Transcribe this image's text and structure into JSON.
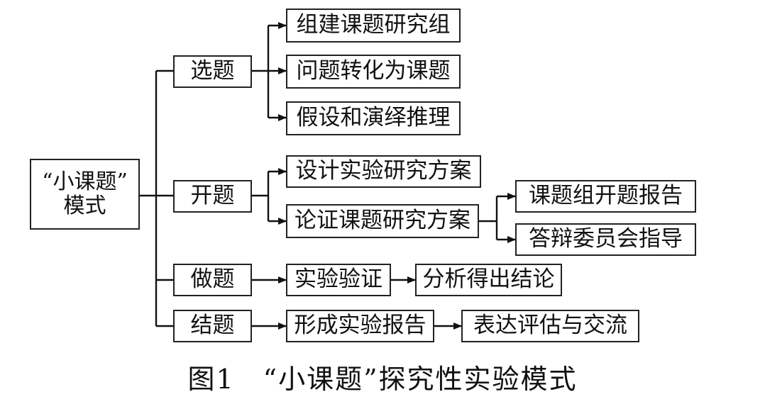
{
  "diagram": {
    "root": {
      "line1": "“小课题”",
      "line2": "模式"
    },
    "stages": [
      {
        "label": "选题",
        "children": [
          "组建课题研究组",
          "问题转化为课题",
          "假设和演绎推理"
        ]
      },
      {
        "label": "开题",
        "children": [
          "设计实验研究方案",
          "论证课题研究方案"
        ],
        "sub": [
          "课题组开题报告",
          "答辩委员会指导"
        ]
      },
      {
        "label": "做题",
        "chain": [
          "实验验证",
          "分析得出结论"
        ]
      },
      {
        "label": "结题",
        "chain": [
          "形成实验报告",
          "表达评估与交流"
        ]
      }
    ]
  },
  "caption": "图1　“小课题”探究性实验模式"
}
